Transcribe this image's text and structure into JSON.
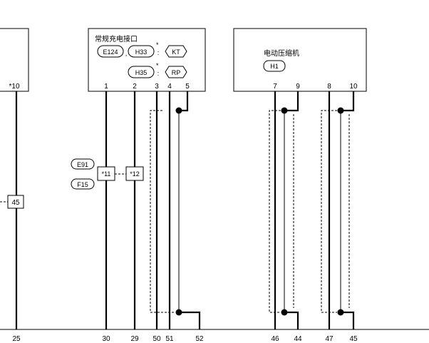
{
  "left_unit": {
    "pin": "*10",
    "joint": "45",
    "bottom": "25"
  },
  "charge_port": {
    "title": "常规充电接口",
    "connectors": [
      "E124",
      "H33",
      "KT",
      "H35",
      "RP"
    ],
    "star": "*",
    "comma": ",",
    "colon": ":",
    "pins": [
      "1",
      "2",
      "3",
      "4",
      "5"
    ],
    "bottom": [
      "30",
      "29",
      "50",
      "51",
      "52"
    ]
  },
  "side_connectors": [
    "E91",
    "F15"
  ],
  "joints": [
    "*11",
    "*12"
  ],
  "compressor": {
    "title": "电动压缩机",
    "connector": "H1",
    "pins": [
      "7",
      "9",
      "8",
      "10"
    ],
    "bottom": [
      "46",
      "44",
      "47",
      "45"
    ]
  }
}
